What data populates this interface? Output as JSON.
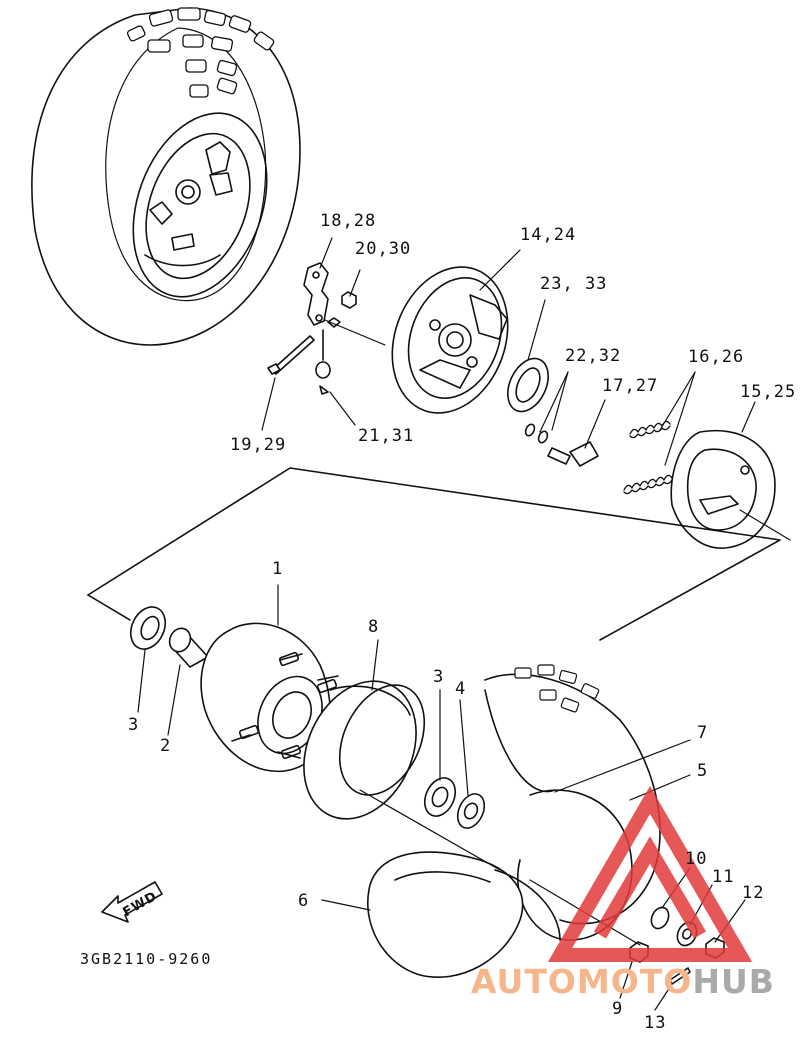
{
  "diagram": {
    "code": "3GB2110-9260",
    "fwd_label": "FWD",
    "callouts": {
      "c18_28": "18,28",
      "c20_30": "20,30",
      "c14_24": "14,24",
      "c23_33": "23, 33",
      "c22_32": "22,32",
      "c16_26": "16,26",
      "c17_27": "17,27",
      "c15_25": "15,25",
      "c19_29": "19,29",
      "c21_31": "21,31",
      "c1": "1",
      "c8": "8",
      "c3a": "3",
      "c3b": "3",
      "c4": "4",
      "c2": "2",
      "c7": "7",
      "c5": "5",
      "c6": "6",
      "c10": "10",
      "c11": "11",
      "c12": "12",
      "c9": "9",
      "c13": "13"
    }
  },
  "watermark": {
    "part_a": "AUTOMOTO",
    "part_b": "HUB",
    "color_a": "#f4b68a",
    "color_b": "#a9a9a9",
    "logo_color": "#e23a3a"
  }
}
